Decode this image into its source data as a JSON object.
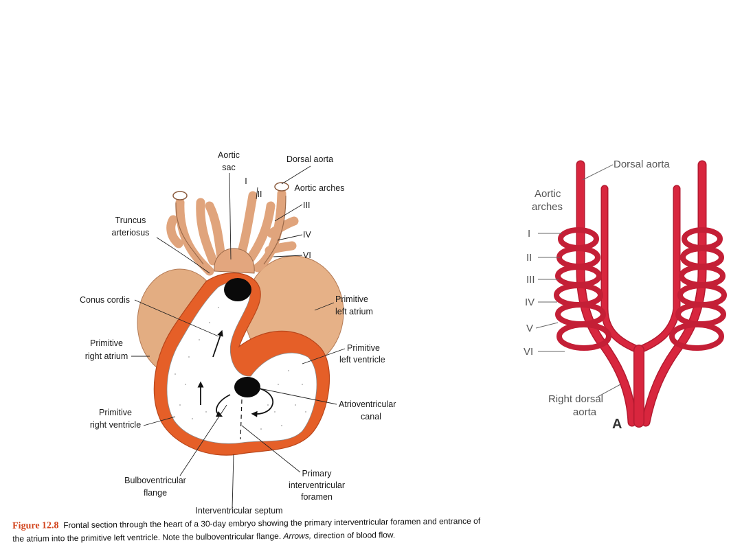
{
  "figure_left": {
    "labels": {
      "aortic_sac": [
        "Aortic",
        "sac"
      ],
      "dorsal_aorta": "Dorsal aorta",
      "aortic_arches": "Aortic arches",
      "arch_I": "I",
      "arch_II": "II",
      "arch_III": "III",
      "arch_IV": "IV",
      "arch_VI": "VI",
      "truncus": [
        "Truncus",
        "arteriosus"
      ],
      "conus": "Conus cordis",
      "prim_left_atrium": [
        "Primitive",
        "left atrium"
      ],
      "prim_right_atrium": [
        "Primitive",
        "right atrium"
      ],
      "prim_left_ventricle": [
        "Primitive",
        "left ventricle"
      ],
      "prim_right_ventricle": [
        "Primitive",
        "right ventricle"
      ],
      "av_canal": [
        "Atrioventricular",
        "canal"
      ],
      "bulbo_flange": [
        "Bulboventricular",
        "flange"
      ],
      "primary_iv_foramen": [
        "Primary",
        "interventricular",
        "foramen"
      ],
      "iv_septum": "Interventricular septum"
    },
    "colors": {
      "tissue": "#e8b48a",
      "wall": "#e5622a",
      "lumen": "#ffffff",
      "opening": "#0a0a0a"
    }
  },
  "figure_right": {
    "labels": {
      "dorsal_aorta": "Dorsal aorta",
      "aortic_arches": [
        "Aortic",
        "arches"
      ],
      "arch_numerals": [
        "I",
        "II",
        "III",
        "IV",
        "V",
        "VI"
      ],
      "right_dorsal_aorta": [
        "Right dorsal",
        "aorta"
      ],
      "panel_letter": "A"
    },
    "colors": {
      "vessel": "#d8263e",
      "vessel_dark": "#b31a30"
    }
  },
  "caption": {
    "figure_number": "Figure 12.8",
    "text_a": "Frontal section through the heart of a 30-day embryo showing the primary interventricular foramen and entrance of the atrium into the primitive left ventricle. Note the bulboventricular flange. ",
    "text_italic": "Arrows,",
    "text_b": " direction of blood flow."
  }
}
